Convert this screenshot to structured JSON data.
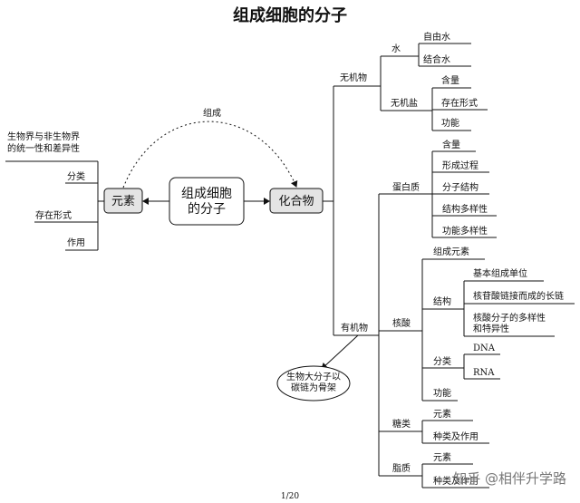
{
  "title": "组成细胞的分子",
  "center": "组成细胞\n的分子",
  "left_node": "元素",
  "right_node": "化合物",
  "arc_label": "组成",
  "left_branches": [
    "生物界与非生物界\n的统一性和差异性",
    "分类",
    "存在形式",
    "作用"
  ],
  "inorganic": {
    "label": "无机物",
    "water": {
      "label": "水",
      "items": [
        "自由水",
        "结合水"
      ]
    },
    "salt": {
      "label": "无机盐",
      "items": [
        "含量",
        "存在形式",
        "功能"
      ]
    }
  },
  "organic": {
    "label": "有机物",
    "callout": "生物大分子以\n碳链为骨架",
    "protein": {
      "label": "蛋白质",
      "items": [
        "含量",
        "形成过程",
        "分子结构",
        "结构多样性",
        "功能多样性"
      ]
    },
    "nucleic": {
      "label": "核酸",
      "composition": "组成元素",
      "structure": {
        "label": "结构",
        "items": [
          "基本组成单位",
          "核苷酸链接而成的长链",
          "核酸分子的多样性\n和特异性"
        ]
      },
      "classification": {
        "label": "分类",
        "items": [
          "DNA",
          "RNA"
        ]
      },
      "function": "功能"
    },
    "sugar": {
      "label": "糖类",
      "items": [
        "元素",
        "种类及作用"
      ]
    },
    "lipid": {
      "label": "脂质",
      "items": [
        "元素",
        "种类及作用"
      ]
    }
  },
  "page_number": "1/20",
  "watermark": "知乎 @相伴升学路"
}
